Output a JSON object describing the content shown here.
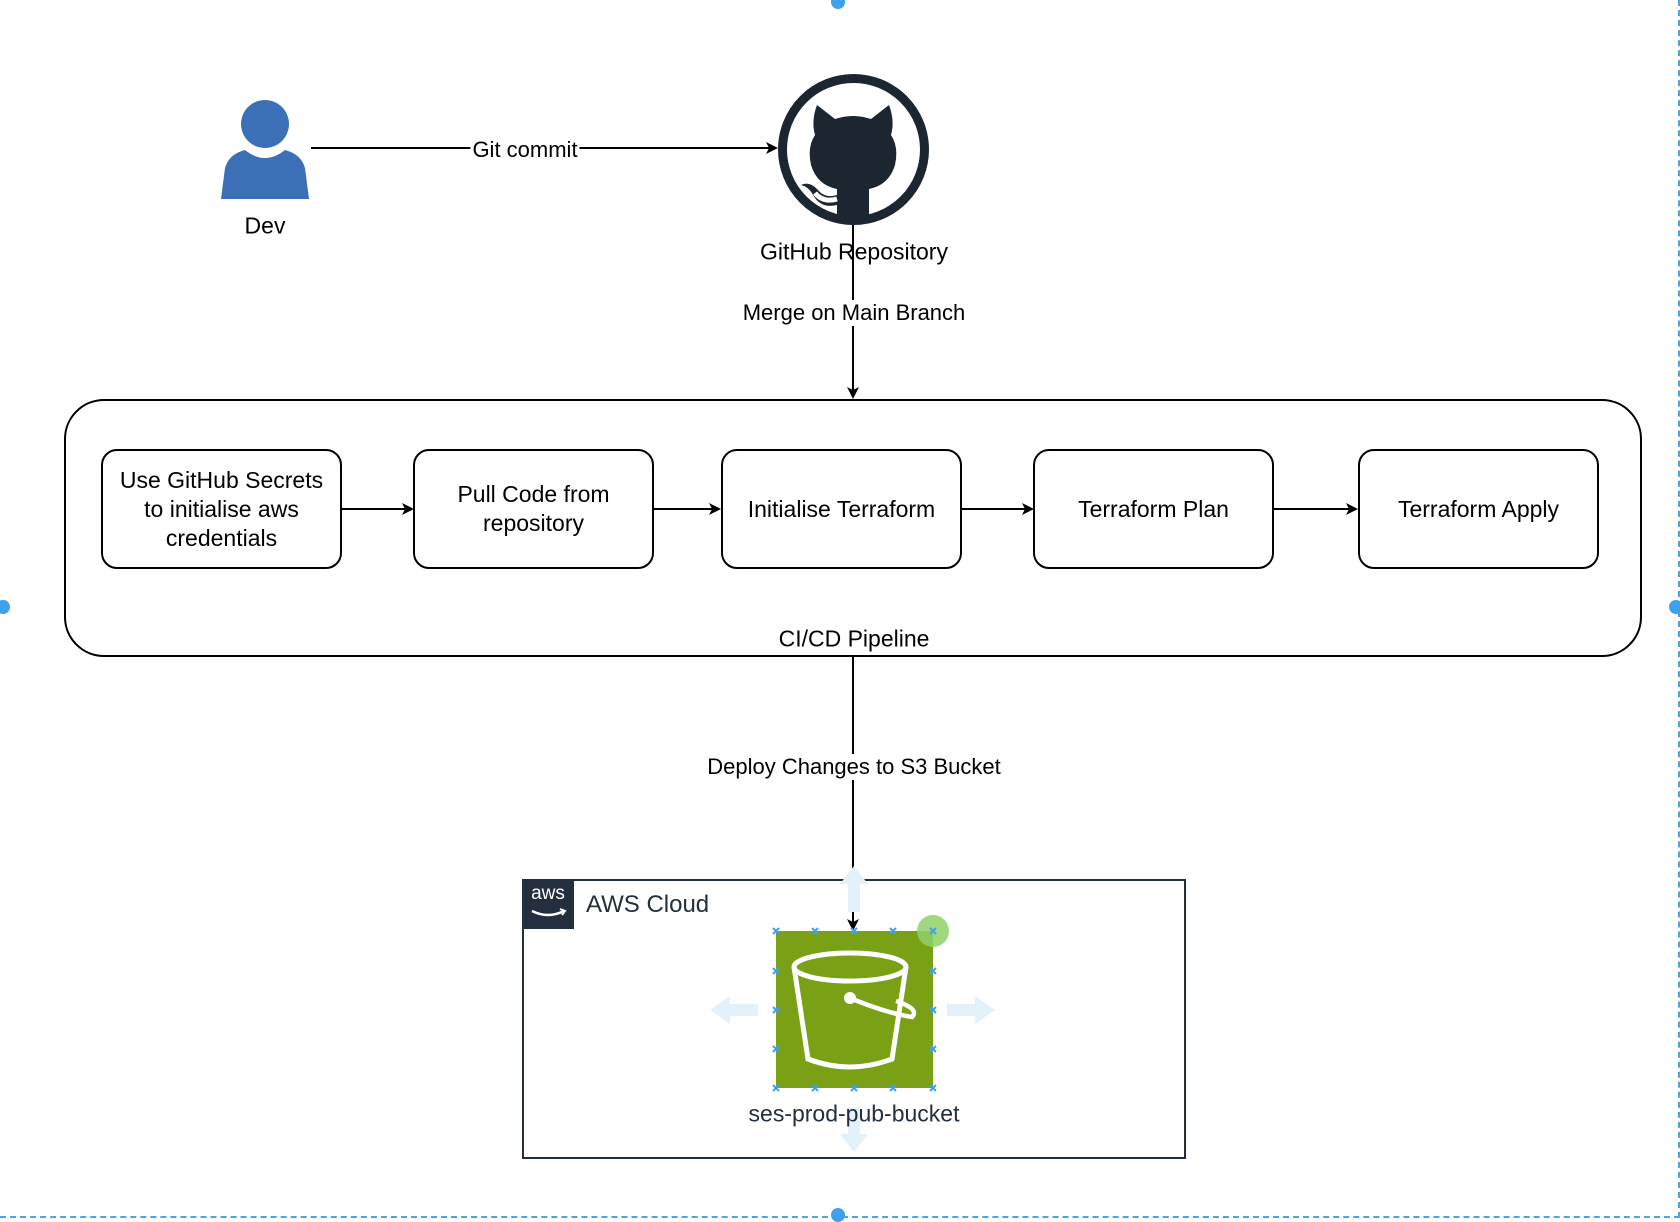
{
  "diagram": {
    "dev_label": "Dev",
    "github_label": "GitHub Repository",
    "edge_git_commit": "Git commit",
    "edge_merge": "Merge on Main Branch",
    "pipeline_label": "CI/CD Pipeline",
    "steps": [
      "Use GitHub Secrets to initialise aws credentials",
      "Pull Code from repository",
      "Initialise Terraform",
      "Terraform Plan",
      "Terraform Apply"
    ],
    "edge_deploy": "Deploy Changes to S3 Bucket",
    "aws_group_label": "AWS Cloud",
    "aws_logo_text": "aws",
    "bucket_label": "ses-prod-pub-bucket"
  },
  "colors": {
    "user_icon": "#3b6fb6",
    "github_icon": "#1b2631",
    "aws_dark": "#232f3e",
    "s3_green": "#7aa116",
    "selection_blue": "#3fa0ec",
    "hover_green": "#8fd16a"
  },
  "icons": {
    "dev": "user-icon",
    "github": "github-octocat-icon",
    "aws": "aws-logo-icon",
    "bucket": "s3-bucket-icon"
  }
}
